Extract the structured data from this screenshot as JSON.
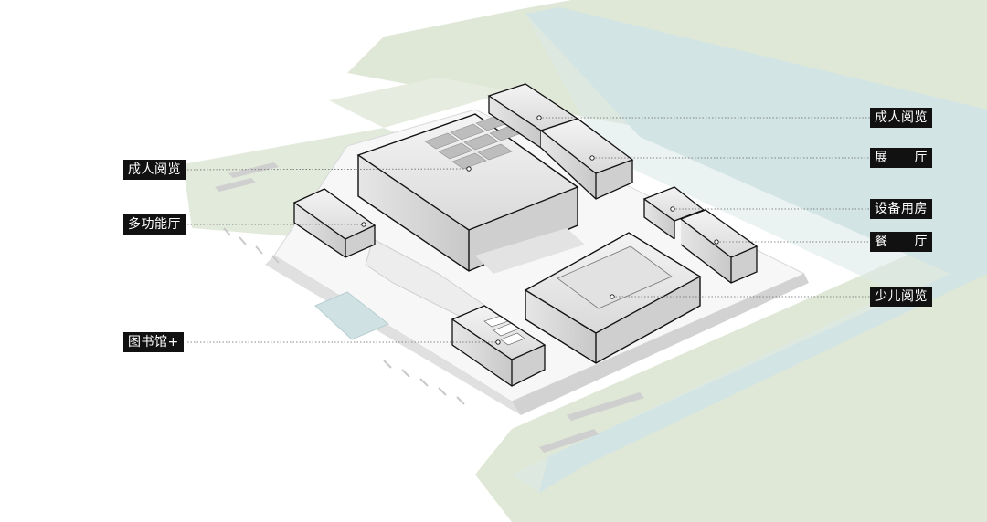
{
  "labels_left": [
    {
      "id": "adult-reading-left",
      "text": "成人阅览"
    },
    {
      "id": "multifunction-hall",
      "text": "多功能厅"
    },
    {
      "id": "library-plus",
      "text": "图书馆+"
    }
  ],
  "labels_right": [
    {
      "id": "adult-reading-right",
      "text": "成人阅览"
    },
    {
      "id": "exhibition-hall",
      "text": "展　　厅"
    },
    {
      "id": "equipment-room",
      "text": "设备用房"
    },
    {
      "id": "dining-hall",
      "text": "餐　　厅"
    },
    {
      "id": "children-reading",
      "text": "少儿阅览"
    }
  ],
  "colors": {
    "river": "#d6e6e6",
    "riverbank": "#dde6d6",
    "lawn": "#e4ebdf",
    "pool": "#cfe1e3",
    "building_edge": "#111111",
    "leader_line": "#555555",
    "label_bg": "#111111",
    "label_text": "#ffffff"
  }
}
